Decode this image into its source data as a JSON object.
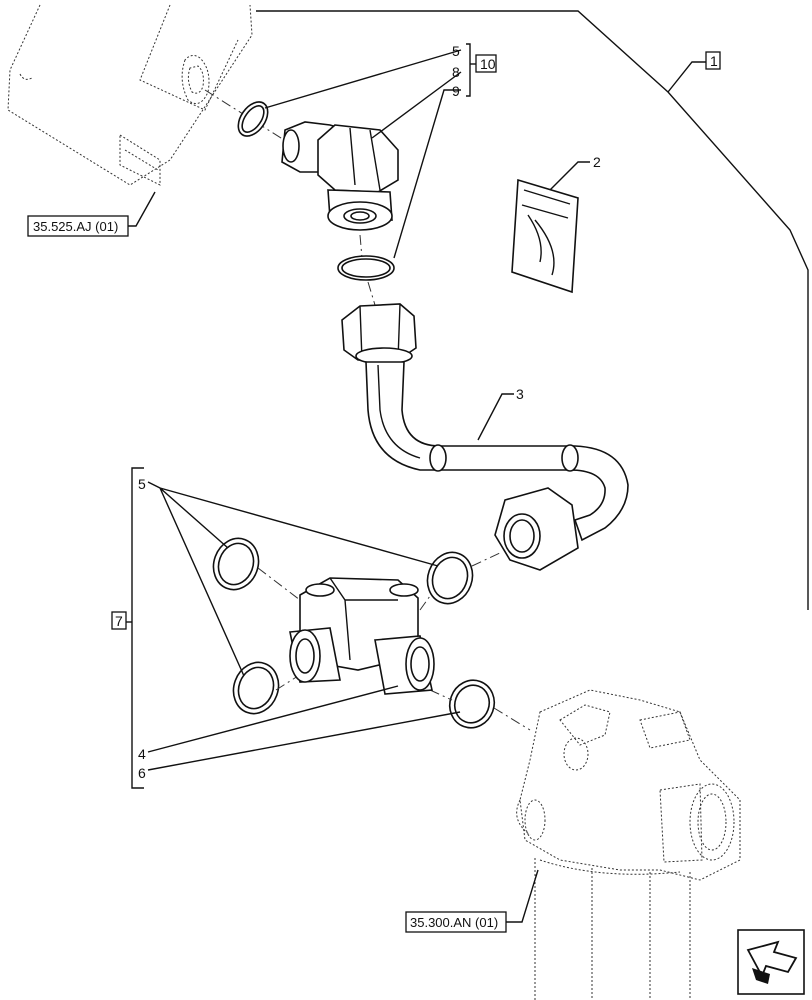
{
  "callouts": {
    "c1": "1",
    "c2": "2",
    "c3": "3",
    "c4": "4",
    "c5_top": "5",
    "c5_mid": "5",
    "c6": "6",
    "c7": "7",
    "c8": "8",
    "c9": "9",
    "c10": "10"
  },
  "references": {
    "ref_top": "35.525.AJ (01)",
    "ref_bottom": "35.300.AN (01)"
  },
  "icons": {
    "nav": "next-page-arrow-icon"
  }
}
